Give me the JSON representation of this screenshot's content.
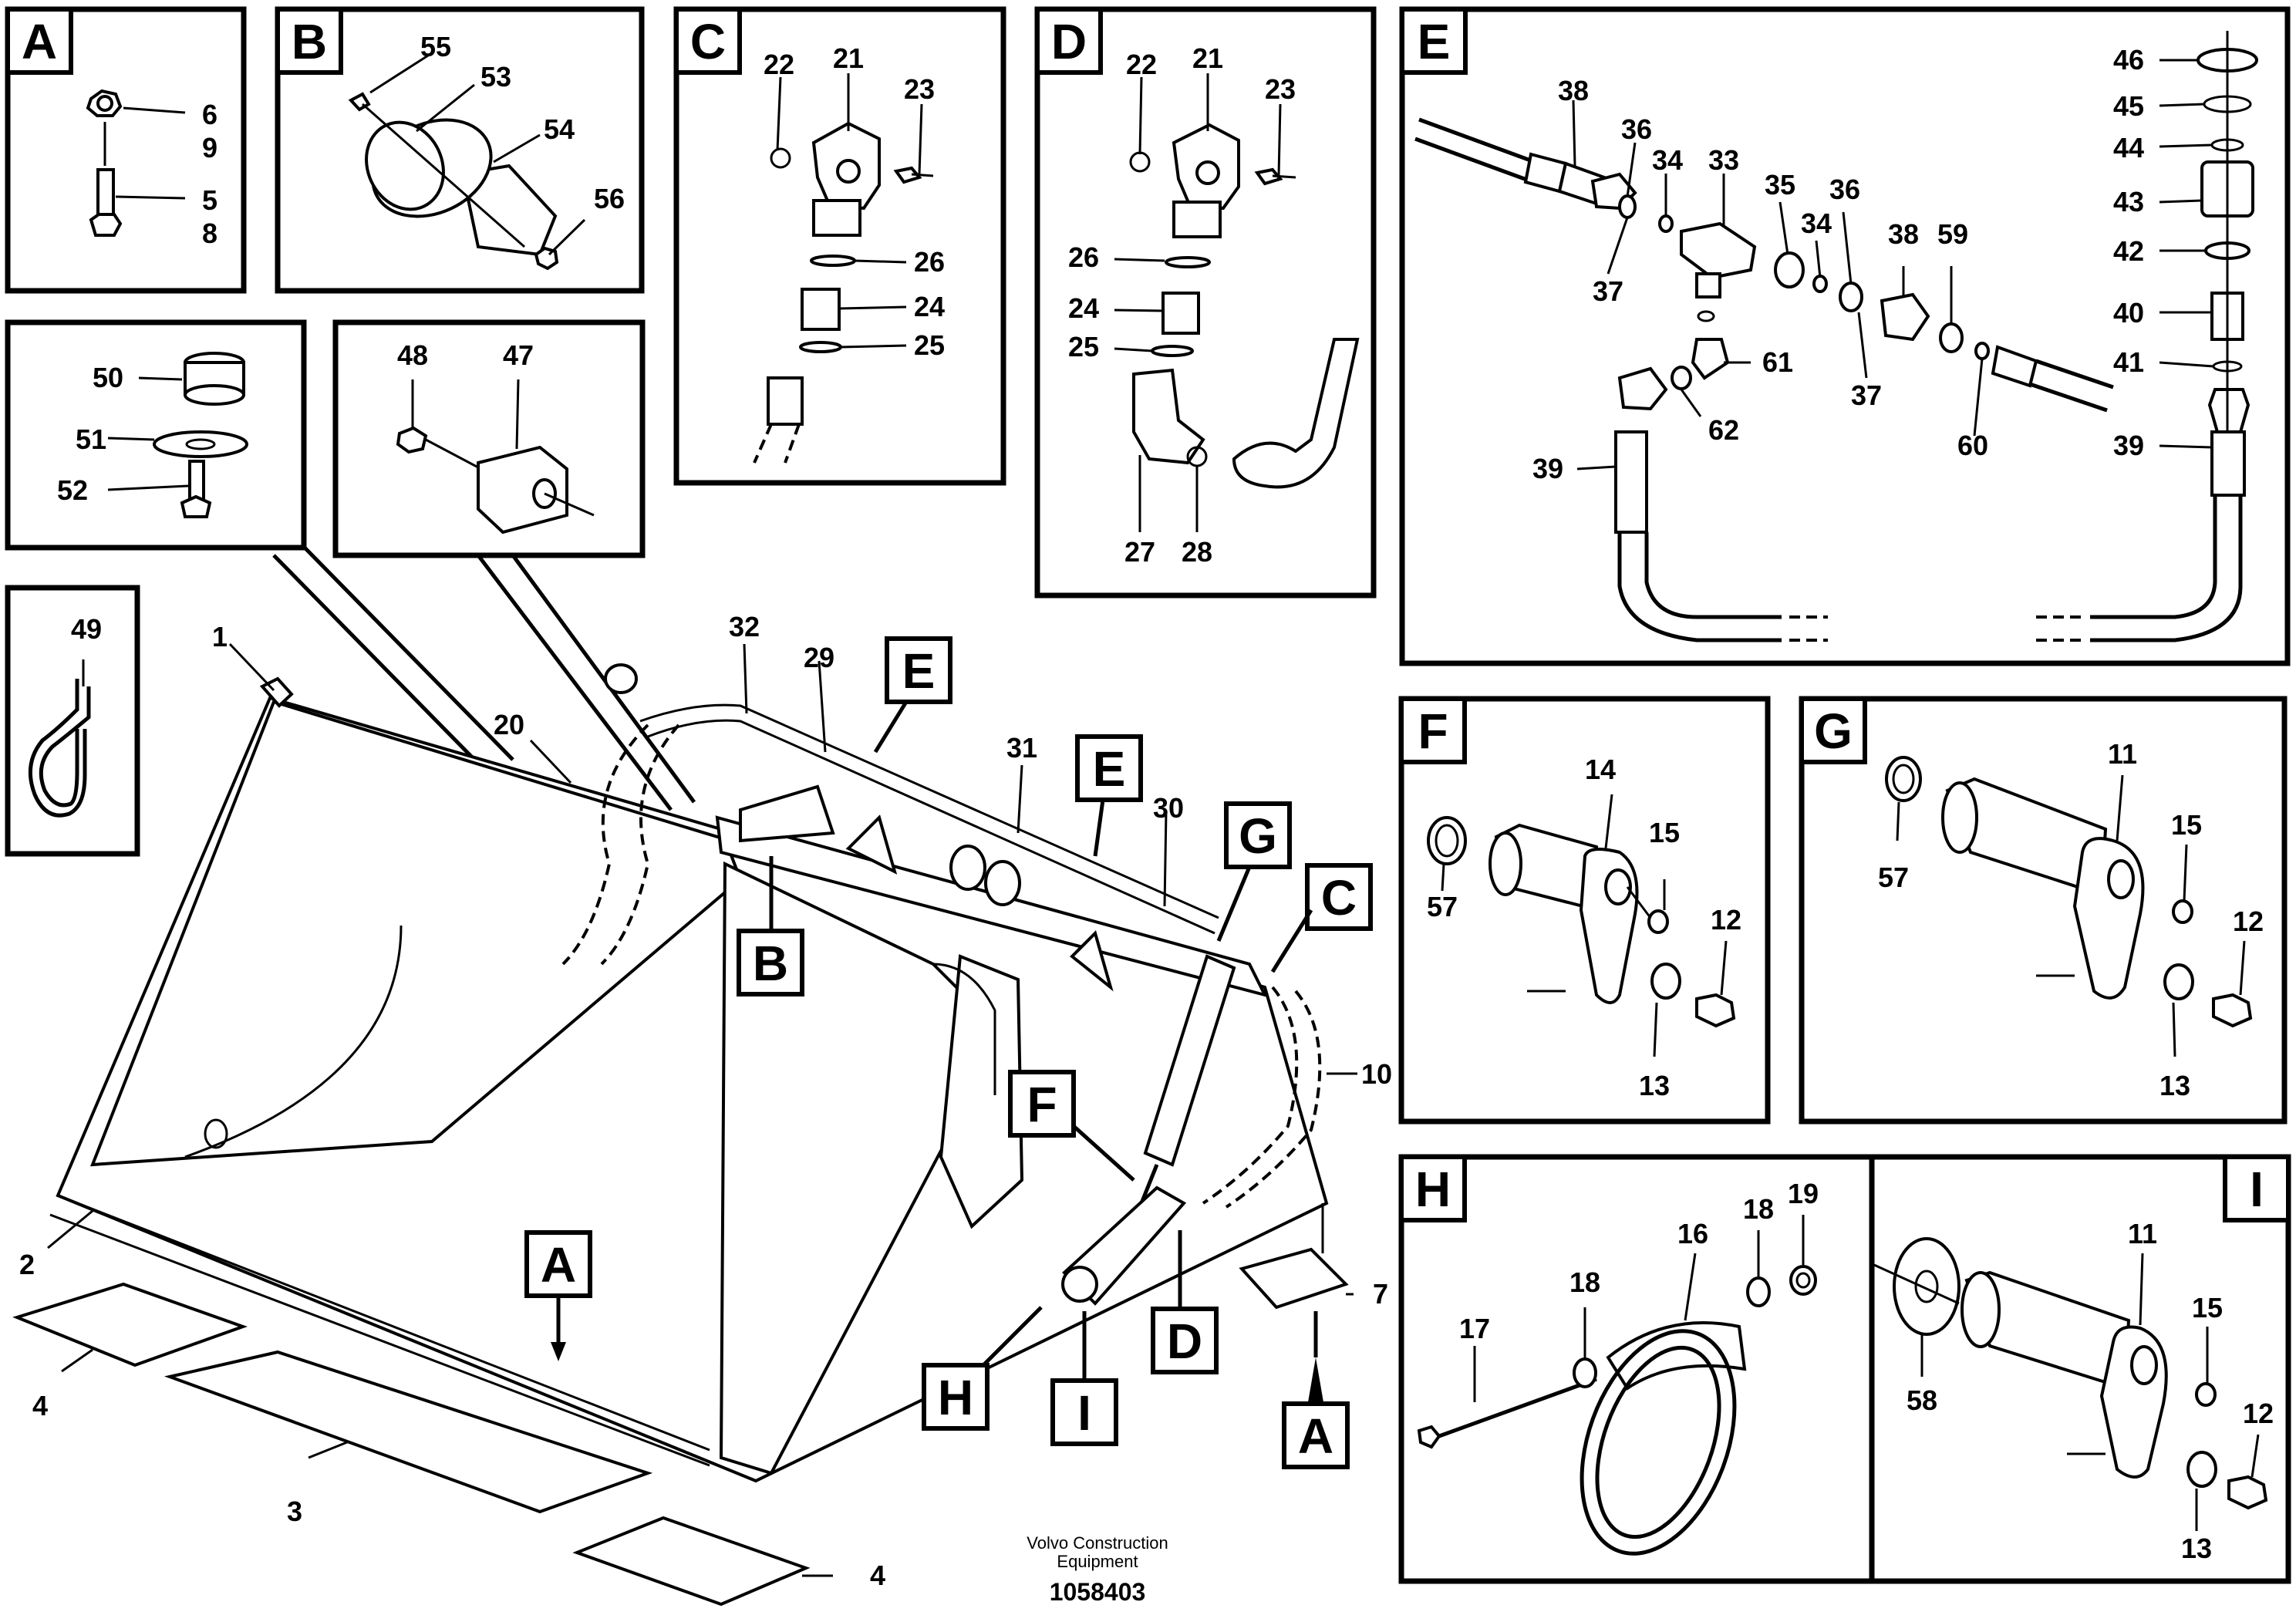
{
  "panels": {
    "A": {
      "letter": "A",
      "callouts": [
        "6",
        "9",
        "5",
        "8"
      ]
    },
    "B": {
      "letter": "B",
      "callouts": [
        "55",
        "53",
        "54",
        "56"
      ]
    },
    "C": {
      "letter": "C",
      "callouts": [
        "22",
        "21",
        "23",
        "26",
        "24",
        "25"
      ]
    },
    "D": {
      "letter": "D",
      "callouts": [
        "22",
        "21",
        "23",
        "26",
        "24",
        "25",
        "27",
        "28"
      ]
    },
    "E": {
      "letter": "E",
      "callouts": [
        "38",
        "36",
        "34",
        "33",
        "35",
        "36",
        "34",
        "38",
        "59",
        "37",
        "37",
        "61",
        "62",
        "60",
        "39",
        "39",
        "46",
        "45",
        "44",
        "43",
        "42",
        "40",
        "41"
      ]
    },
    "F": {
      "letter": "F",
      "callouts": [
        "14",
        "15",
        "12",
        "57",
        "13"
      ]
    },
    "G": {
      "letter": "G",
      "callouts": [
        "11",
        "15",
        "57",
        "12",
        "13"
      ]
    },
    "H": {
      "letter": "H",
      "callouts": [
        "18",
        "19",
        "16",
        "18",
        "17"
      ]
    },
    "I": {
      "letter": "I",
      "callouts": [
        "11",
        "15",
        "58",
        "12",
        "13"
      ]
    },
    "cap": {
      "callouts": [
        "50",
        "51",
        "52"
      ]
    },
    "clamp": {
      "callouts": [
        "48",
        "47"
      ]
    },
    "tie": {
      "callouts": [
        "49"
      ]
    }
  },
  "main": {
    "callouts": [
      "1",
      "20",
      "32",
      "29",
      "31",
      "30",
      "10",
      "2",
      "3",
      "4",
      "4",
      "7"
    ],
    "tags": [
      "E",
      "E",
      "G",
      "C",
      "B",
      "F",
      "A",
      "H",
      "I",
      "D",
      "A"
    ]
  },
  "footer": {
    "brand_line1": "Volvo Construction",
    "brand_line2": "Equipment",
    "drawing_number": "1058403"
  }
}
